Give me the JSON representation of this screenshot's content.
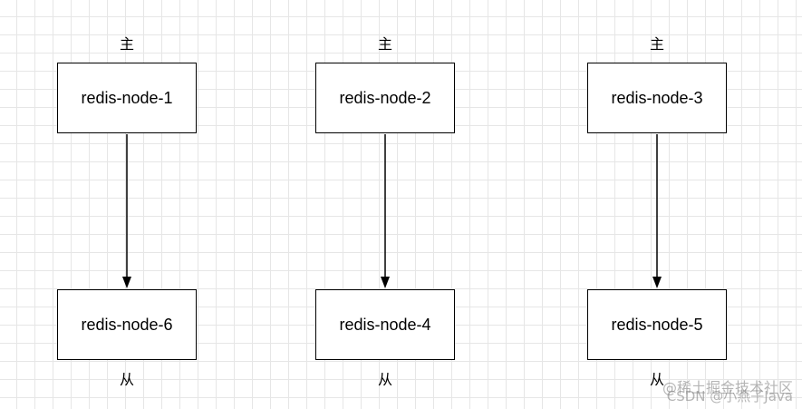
{
  "diagram": {
    "nodes": [
      {
        "id": "n1",
        "label": "redis-node-1"
      },
      {
        "id": "n2",
        "label": "redis-node-2"
      },
      {
        "id": "n3",
        "label": "redis-node-3"
      },
      {
        "id": "n6",
        "label": "redis-node-6"
      },
      {
        "id": "n4",
        "label": "redis-node-4"
      },
      {
        "id": "n5",
        "label": "redis-node-5"
      }
    ],
    "roles": {
      "master": "主",
      "slave": "从"
    },
    "edges": [
      {
        "from": "redis-node-1",
        "to": "redis-node-6"
      },
      {
        "from": "redis-node-2",
        "to": "redis-node-4"
      },
      {
        "from": "redis-node-3",
        "to": "redis-node-5"
      }
    ]
  },
  "watermark": {
    "line1": "@稀土掘金技术社区",
    "line2": "CSDN @小燕子Java"
  }
}
